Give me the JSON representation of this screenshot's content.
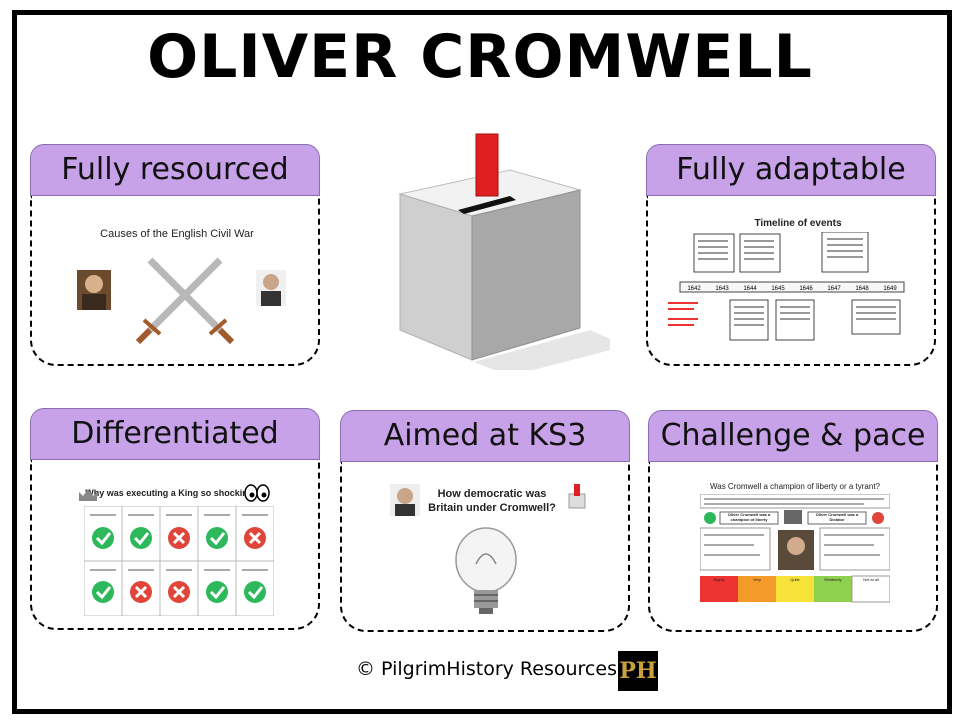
{
  "title": "OLIVER CROMWELL",
  "cards": {
    "resourced": {
      "label": "Fully resourced",
      "thumb_title": "Causes of the English Civil War"
    },
    "adaptable": {
      "label": "Fully adaptable",
      "thumb_title": "Timeline of events",
      "years": [
        "1642",
        "1643",
        "1644",
        "1645",
        "1646",
        "1647",
        "1648",
        "1649"
      ]
    },
    "differentiated": {
      "label": "Differentiated",
      "thumb_title": "Why was executing a King so shocking?"
    },
    "ks3": {
      "label": "Aimed at KS3",
      "thumb_title_1": "How democratic was",
      "thumb_title_2": "Britain under Cromwell?"
    },
    "challenge": {
      "label": "Challenge & pace",
      "thumb_title": "Was Cromwell a champion of liberty or a tyrant?",
      "left_box": "Oliver Cromwell was a champion of liberty",
      "right_box": "Oliver Cromwell was a Dictator",
      "scale": [
        "Highly",
        "Very",
        "Quite",
        "Relatively",
        "Not at all"
      ]
    }
  },
  "footer": {
    "text": "© PilgrimHistory Resources.",
    "logo": "PH"
  },
  "colors": {
    "card_header": "#c8a2e8",
    "ballot_card": "#e02020",
    "tick": "#2eb85c",
    "cross": "#e0453a"
  }
}
